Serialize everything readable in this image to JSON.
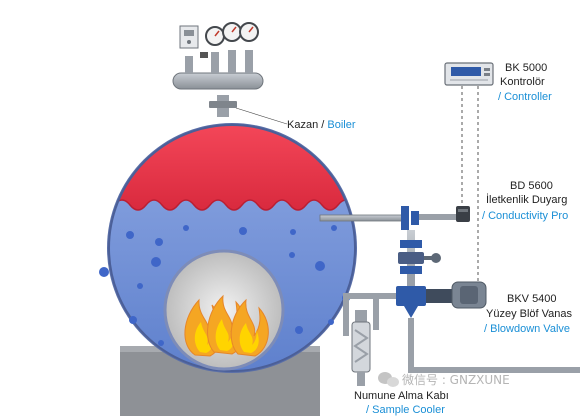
{
  "labels": {
    "boiler": {
      "tr": "Kazan",
      "sep": " / ",
      "en": "Boiler"
    },
    "controller": {
      "code": "BK 5000",
      "tr": "Kontrolör",
      "en": "/ Controller"
    },
    "probe": {
      "code": "BD 5600",
      "tr": "İletkenlik Duyarg",
      "en": "/ Conductivity Pro"
    },
    "valve": {
      "code": "BKV 5400",
      "tr": "Yüzey Blöf Vanas",
      "en": "/ Blowdown Valve"
    },
    "cooler": {
      "tr": "Numune Alma Kabı",
      "en": "/ Sample Cooler"
    }
  },
  "watermark": "微信号 : GNZXUNE",
  "colors": {
    "steam": "#e8364a",
    "water": "#6f8fd3",
    "bubble": "#3f66c8",
    "fire_chamber": "#c8c8c8",
    "flame_outer": "#f5a623",
    "flame_inner": "#ffd400",
    "pipe": "#9aa0a8",
    "valve": "#2f5aa8",
    "label_blue": "#1a8fd6"
  },
  "icons": {
    "gauges": "pressure-gauge-icon",
    "controller": "controller-display-icon",
    "flame": "flame-icon",
    "watermark": "wechat-icon"
  }
}
